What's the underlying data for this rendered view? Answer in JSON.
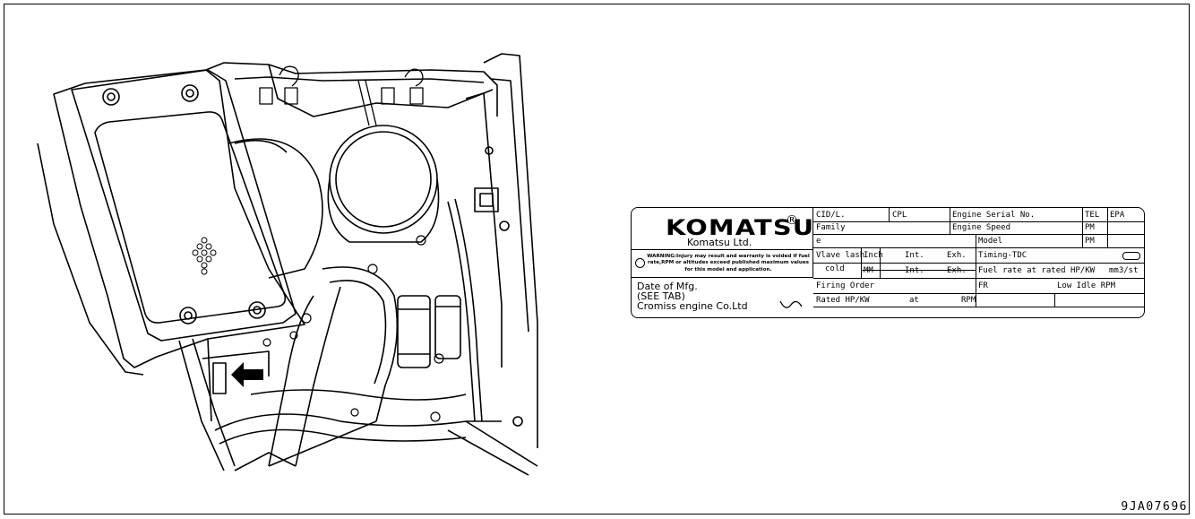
{
  "plate": {
    "brand": "KOMATSU",
    "reg_mark": "®",
    "company": "Komatsu Ltd.",
    "warning": "WARNING:Injury may result and warranty is voided if fuel rate,RPM or altitudes exceed published maximum values for this model and application.",
    "mfg_line1": "Date of Mfg.",
    "mfg_line2": "(SEE TAB)",
    "mfg_line3": "Cromiss engine Co.Ltd",
    "cid": "CID/L.",
    "cpl": "CPL",
    "engine_serial": "Engine Serial No.",
    "tel": "TEL",
    "epa": "EPA",
    "family": "Family",
    "engine_speed": "Engine Speed",
    "pm1": "PM",
    "pm2": "PM",
    "e_label": "e",
    "model": "Model",
    "valve_lash_1": "Vlave lash",
    "valve_lash_2": "cold",
    "inch": "Inch",
    "mm": "MM",
    "int1": "Int.",
    "exh1": "Exh.",
    "int2": "Int.",
    "exh2": "Exh.",
    "timing": "Timing-TDC",
    "fuel_rate": "Fuel rate at rated HP/KW",
    "fuel_unit": "mm3/st",
    "firing_order": "Firing Order",
    "fr": "FR",
    "low_idle": "Low Idle RPM",
    "rated_hp": "Rated HP/KW",
    "at": "at",
    "rpm": "RPM"
  },
  "figure_code": "9JA07696"
}
